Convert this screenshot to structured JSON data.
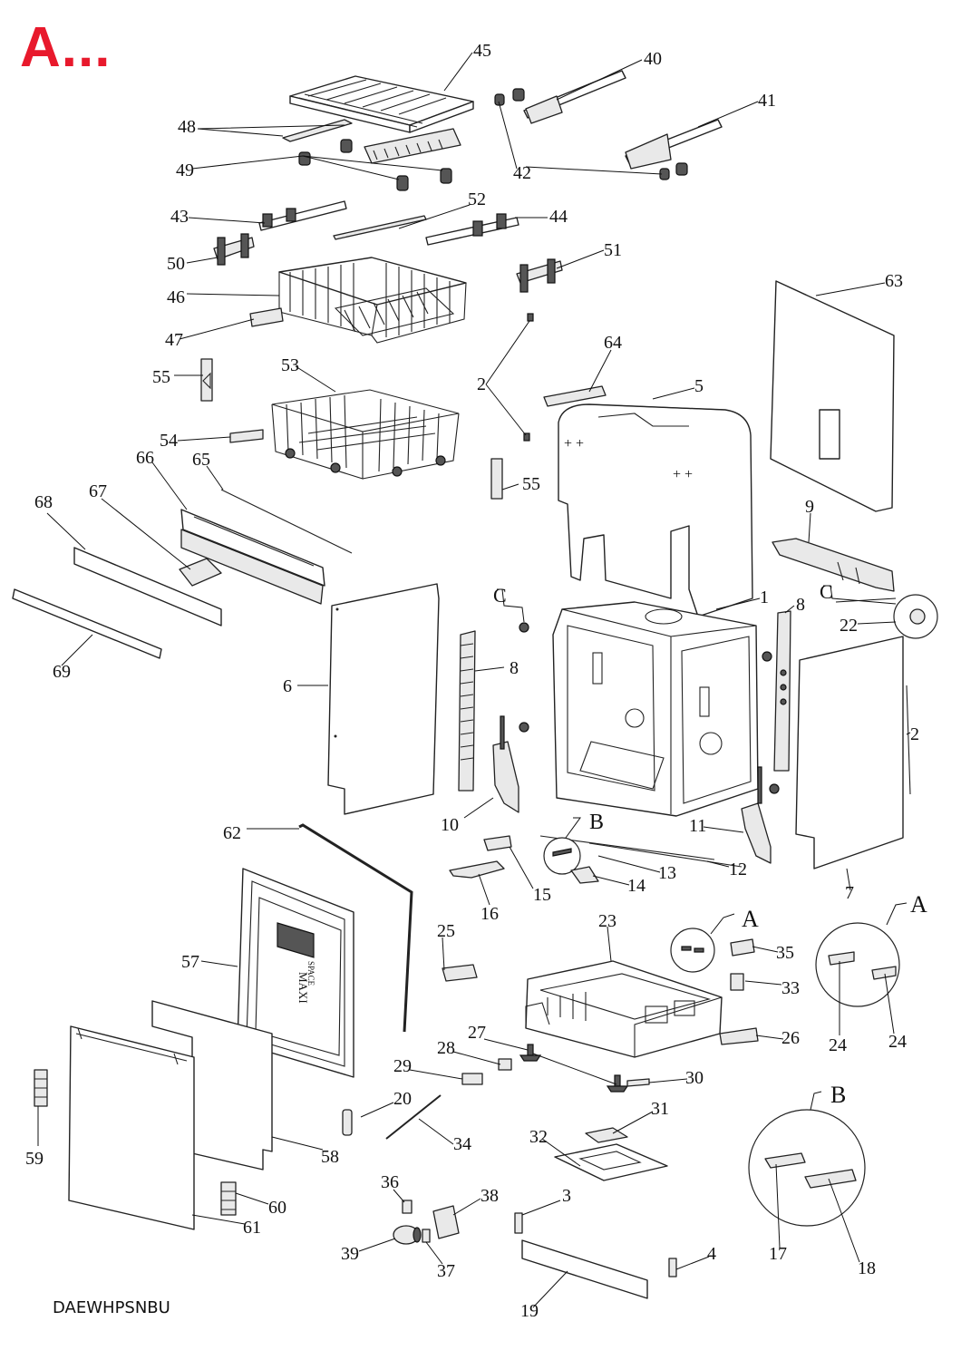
{
  "header": {
    "title": "A..."
  },
  "footer": {
    "model_code": "DAEWHPSNBU"
  },
  "colors": {
    "title": "#e8192c",
    "line": "#222222",
    "background": "#ffffff"
  },
  "callouts": {
    "a": "A",
    "b": "B",
    "c": "C"
  },
  "part_numbers": {
    "p1": "1",
    "p2": "2",
    "p3": "3",
    "p4": "4",
    "p5": "5",
    "p6": "6",
    "p7": "7",
    "p8": "8",
    "p9": "9",
    "p10": "10",
    "p11": "11",
    "p12": "12",
    "p13": "13",
    "p14": "14",
    "p15": "15",
    "p16": "16",
    "p17": "17",
    "p18": "18",
    "p19": "19",
    "p20": "20",
    "p22": "22",
    "p23": "23",
    "p24": "24",
    "p25": "25",
    "p26": "26",
    "p27": "27",
    "p28": "28",
    "p29": "29",
    "p30": "30",
    "p31": "31",
    "p32": "32",
    "p33": "33",
    "p34": "34",
    "p35": "35",
    "p36": "36",
    "p37": "37",
    "p38": "38",
    "p39": "39",
    "p40": "40",
    "p41": "41",
    "p42": "42",
    "p43": "43",
    "p44": "44",
    "p45": "45",
    "p46": "46",
    "p47": "47",
    "p48": "48",
    "p49": "49",
    "p50": "50",
    "p51": "51",
    "p52": "52",
    "p53": "53",
    "p54": "54",
    "p55": "55",
    "p57": "57",
    "p58": "58",
    "p59": "59",
    "p60": "60",
    "p61": "61",
    "p62": "62",
    "p63": "63",
    "p64": "64",
    "p65": "65",
    "p66": "66",
    "p67": "67",
    "p68": "68",
    "p69": "69"
  },
  "door_logo": {
    "brand": "MAXI",
    "sub": "SPACE"
  }
}
